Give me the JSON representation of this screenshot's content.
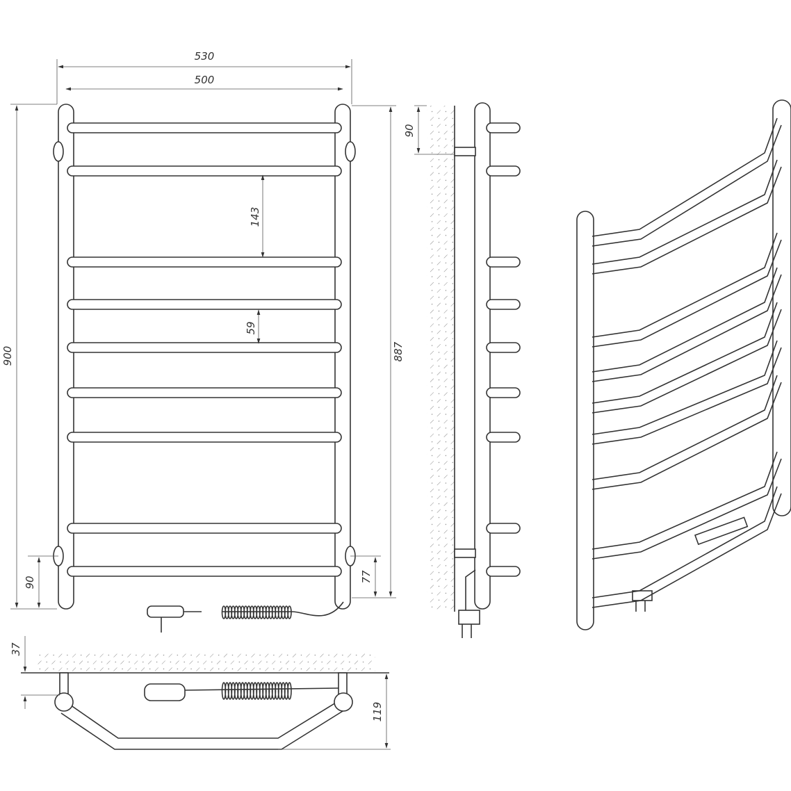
{
  "drawing": {
    "title": "Heated towel rail dimensional drawing",
    "dimensions": {
      "overall_width": "530",
      "inner_width": "500",
      "bar_gap_large": "143",
      "bar_gap_small": "59",
      "overall_height": "900",
      "inner_height": "887",
      "bottom_mount_left": "90",
      "bottom_offset_right": "77",
      "top_mount_side": "90",
      "wall_offset_top": "37",
      "depth_top": "119"
    },
    "colors": {
      "line": "#333333",
      "hatch": "#888888"
    }
  }
}
